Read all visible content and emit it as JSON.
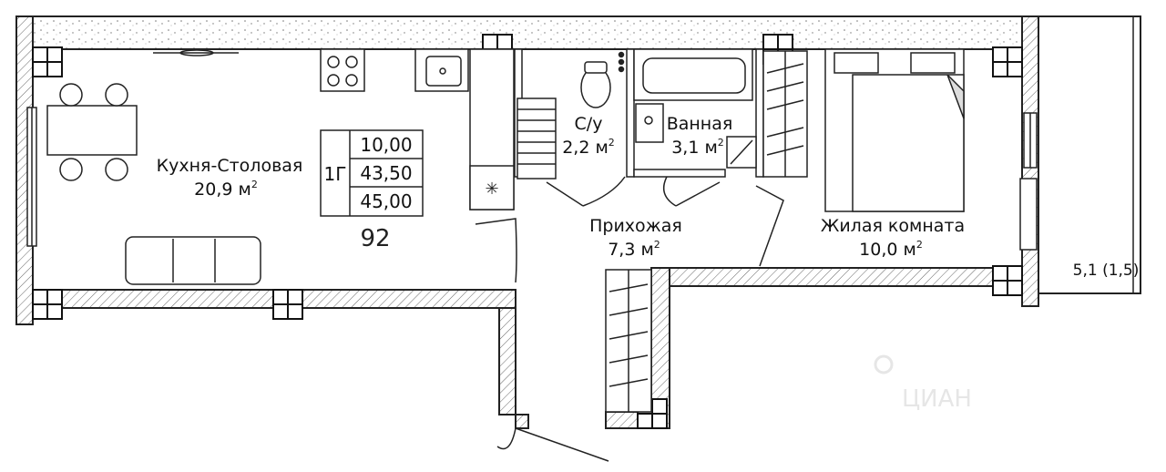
{
  "plan": {
    "rooms": [
      {
        "name": "Кухня-Столовая",
        "area": "20,9 м",
        "unit_sup": "2"
      },
      {
        "name": "С/у",
        "area": "2,2 м",
        "unit_sup": "2"
      },
      {
        "name": "Ванная",
        "area": "3,1 м",
        "unit_sup": "2"
      },
      {
        "name": "Прихожая",
        "area": "7,3 м",
        "unit_sup": "2"
      },
      {
        "name": "Жилая комната",
        "area": "10,0 м",
        "unit_sup": "2"
      }
    ],
    "balcony": {
      "label": "5,1 (1,5)"
    },
    "summary": {
      "type": "1Г",
      "living_area": "10,00",
      "total_area": "43,50",
      "total_with_balcony": "45,00",
      "apartment_number": "92"
    },
    "watermark": "ЦИАН"
  }
}
